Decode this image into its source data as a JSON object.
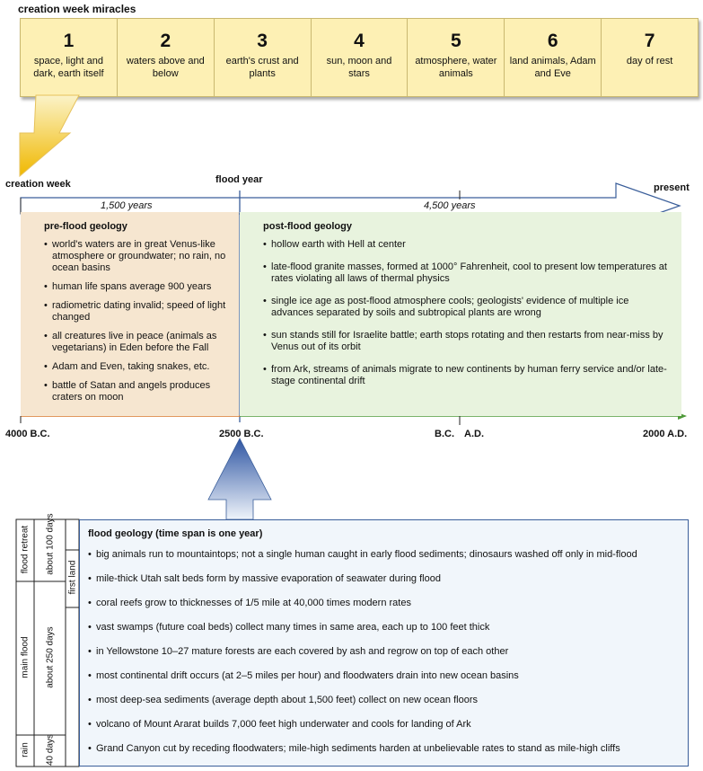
{
  "creation_week": {
    "title": "creation week miracles",
    "days": [
      {
        "num": "1",
        "desc": "space, light and dark, earth itself"
      },
      {
        "num": "2",
        "desc": "waters above and below"
      },
      {
        "num": "3",
        "desc": "earth's crust and plants"
      },
      {
        "num": "4",
        "desc": "sun, moon and stars"
      },
      {
        "num": "5",
        "desc": "atmosphere, water animals"
      },
      {
        "num": "6",
        "desc": "land animals, Adam and Eve"
      },
      {
        "num": "7",
        "desc": "day of rest"
      }
    ]
  },
  "timeline": {
    "label_creation": "creation week",
    "label_flood": "flood year",
    "label_present": "present",
    "span_pre": "1,500 years",
    "span_post": "4,500 years",
    "date_start": "4000 B.C.",
    "date_flood": "2500 B.C.",
    "date_bc": "B.C.",
    "date_ad": "A.D.",
    "date_end": "2000 A.D."
  },
  "pre_flood": {
    "heading": "pre-flood geology",
    "items": [
      "world's waters are in great Venus-like atmosphere or groundwater; no rain, no ocean basins",
      "human life spans average 900 years",
      "radiometric dating invalid; speed of light changed",
      "all creatures live in peace (animals as vegetarians) in Eden before the Fall",
      "Adam and Even, taking snakes, etc.",
      "battle of Satan and angels produces craters on moon"
    ]
  },
  "post_flood": {
    "heading": "post-flood geology",
    "items": [
      "hollow earth with Hell at center",
      "late-flood granite masses, formed at 1000° Fahrenheit, cool to present low temperatures at rates violating all laws of thermal physics",
      "single ice age as post-flood atmosphere cools; geologists' evidence of multiple ice advances separated by soils and subtropical plants are wrong",
      "sun stands still for Israelite battle; earth stops rotating and then restarts from near-miss by Venus out of its orbit",
      "from Ark, streams of animals migrate to new continents by human ferry service and/or late-stage continental drift"
    ]
  },
  "flood": {
    "heading": "flood geology (time span is one year)",
    "items": [
      "big animals run to mountaintops; not a single human caught in early flood sediments; dinosaurs washed off only in mid-flood",
      "mile-thick Utah salt beds form by massive evaporation of seawater during flood",
      "coral reefs grow to thicknesses of 1/5 mile at 40,000 times modern rates",
      "vast swamps (future coal beds) collect many times in same area, each up to 100 feet thick",
      "in Yellowstone 10–27 mature forests are each covered by ash and regrow on top of each other",
      "most continental drift occurs (at 2–5 miles per hour) and floodwaters drain into new ocean basins",
      "most deep-sea sediments (average depth about 1,500 feet) collect on new ocean floors",
      "volcano of Mount Ararat builds 7,000 feet high underwater and cools for landing of Ark",
      "Grand Canyon cut by receding floodwaters; mile-high sediments harden at unbelievable rates to stand as mile-high cliffs"
    ],
    "phases": {
      "retreat": "flood retreat",
      "retreat_dur": "about 100 days",
      "main": "main flood",
      "main_dur": "about 250 days",
      "rain": "rain",
      "rain_dur": "40 days",
      "first_land": "first land"
    }
  },
  "colors": {
    "yellow": "#fdf0b4",
    "pre_fill": "#f6e6d0",
    "post_fill": "#e8f3de",
    "flood_fill": "#f1f6fb",
    "blue_line": "#3a5e9a",
    "green_line": "#4f9a3a"
  }
}
